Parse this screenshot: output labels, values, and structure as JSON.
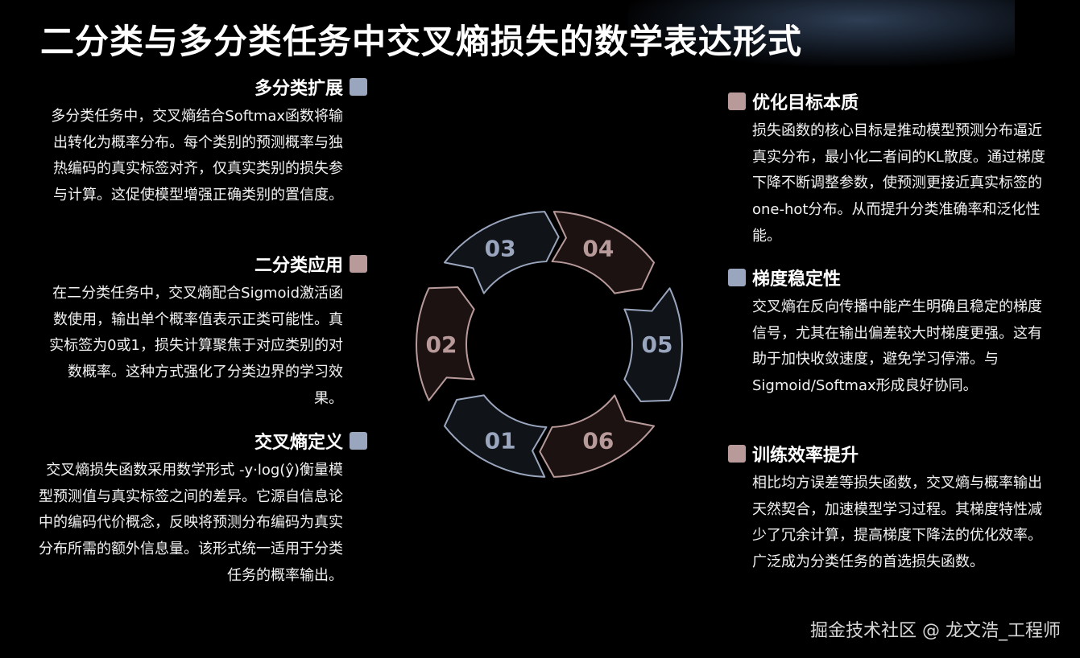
{
  "title": "二分类与多分类任务中交叉熵损失的数学表达形式",
  "left": [
    {
      "heading": "多分类扩展",
      "body": "多分类任务中，交叉熵结合Softmax函数将输出转化为概率分布。每个类别的预测概率与独热编码的真实标签对齐，仅真实类别的损失参与计算。这促使模型增强正确类别的置信度。"
    },
    {
      "heading": "二分类应用",
      "body": "在二分类任务中，交叉熵配合Sigmoid激活函数使用，输出单个概率值表示正类可能性。真实标签为0或1，损失计算聚焦于对应类别的对数概率。这种方式强化了分类边界的学习效果。"
    },
    {
      "heading": "交叉熵定义",
      "body": "交叉熵损失函数采用数学形式 -y·log(ŷ)衡量模型预测值与真实标签之间的差异。它源自信息论中的编码代价概念，反映将预测分布编码为真实分布所需的额外信息量。该形式统一适用于分类任务的概率输出。"
    }
  ],
  "right": [
    {
      "heading": "优化目标本质",
      "body": "损失函数的核心目标是推动模型预测分布逼近真实分布，最小化二者间的KL散度。通过梯度下降不断调整参数，使预测更接近真实标签的one-hot分布。从而提升分类准确率和泛化性能。"
    },
    {
      "heading": "梯度稳定性",
      "body": "交叉熵在反向传播中能产生明确且稳定的梯度信号，尤其在输出偏差较大时梯度更强。这有助于加快收敛速度，避免学习停滞。与Sigmoid/Softmax形成良好协同。"
    },
    {
      "heading": "训练效率提升",
      "body": "相比均方误差等损失函数，交叉熵与概率输出天然契合，加速模型学习过程。其梯度特性减少了冗余计算，提高梯度下降法的优化效率。广泛成为分类任务的首选损失函数。"
    }
  ],
  "cycle": {
    "labels": [
      "01",
      "02",
      "03",
      "04",
      "05",
      "06"
    ]
  },
  "colors": {
    "blue_accent": "#9aa6bd",
    "pink_accent": "#b89a9a"
  },
  "footer": "掘金技术社区 @ 龙文浩_工程师"
}
